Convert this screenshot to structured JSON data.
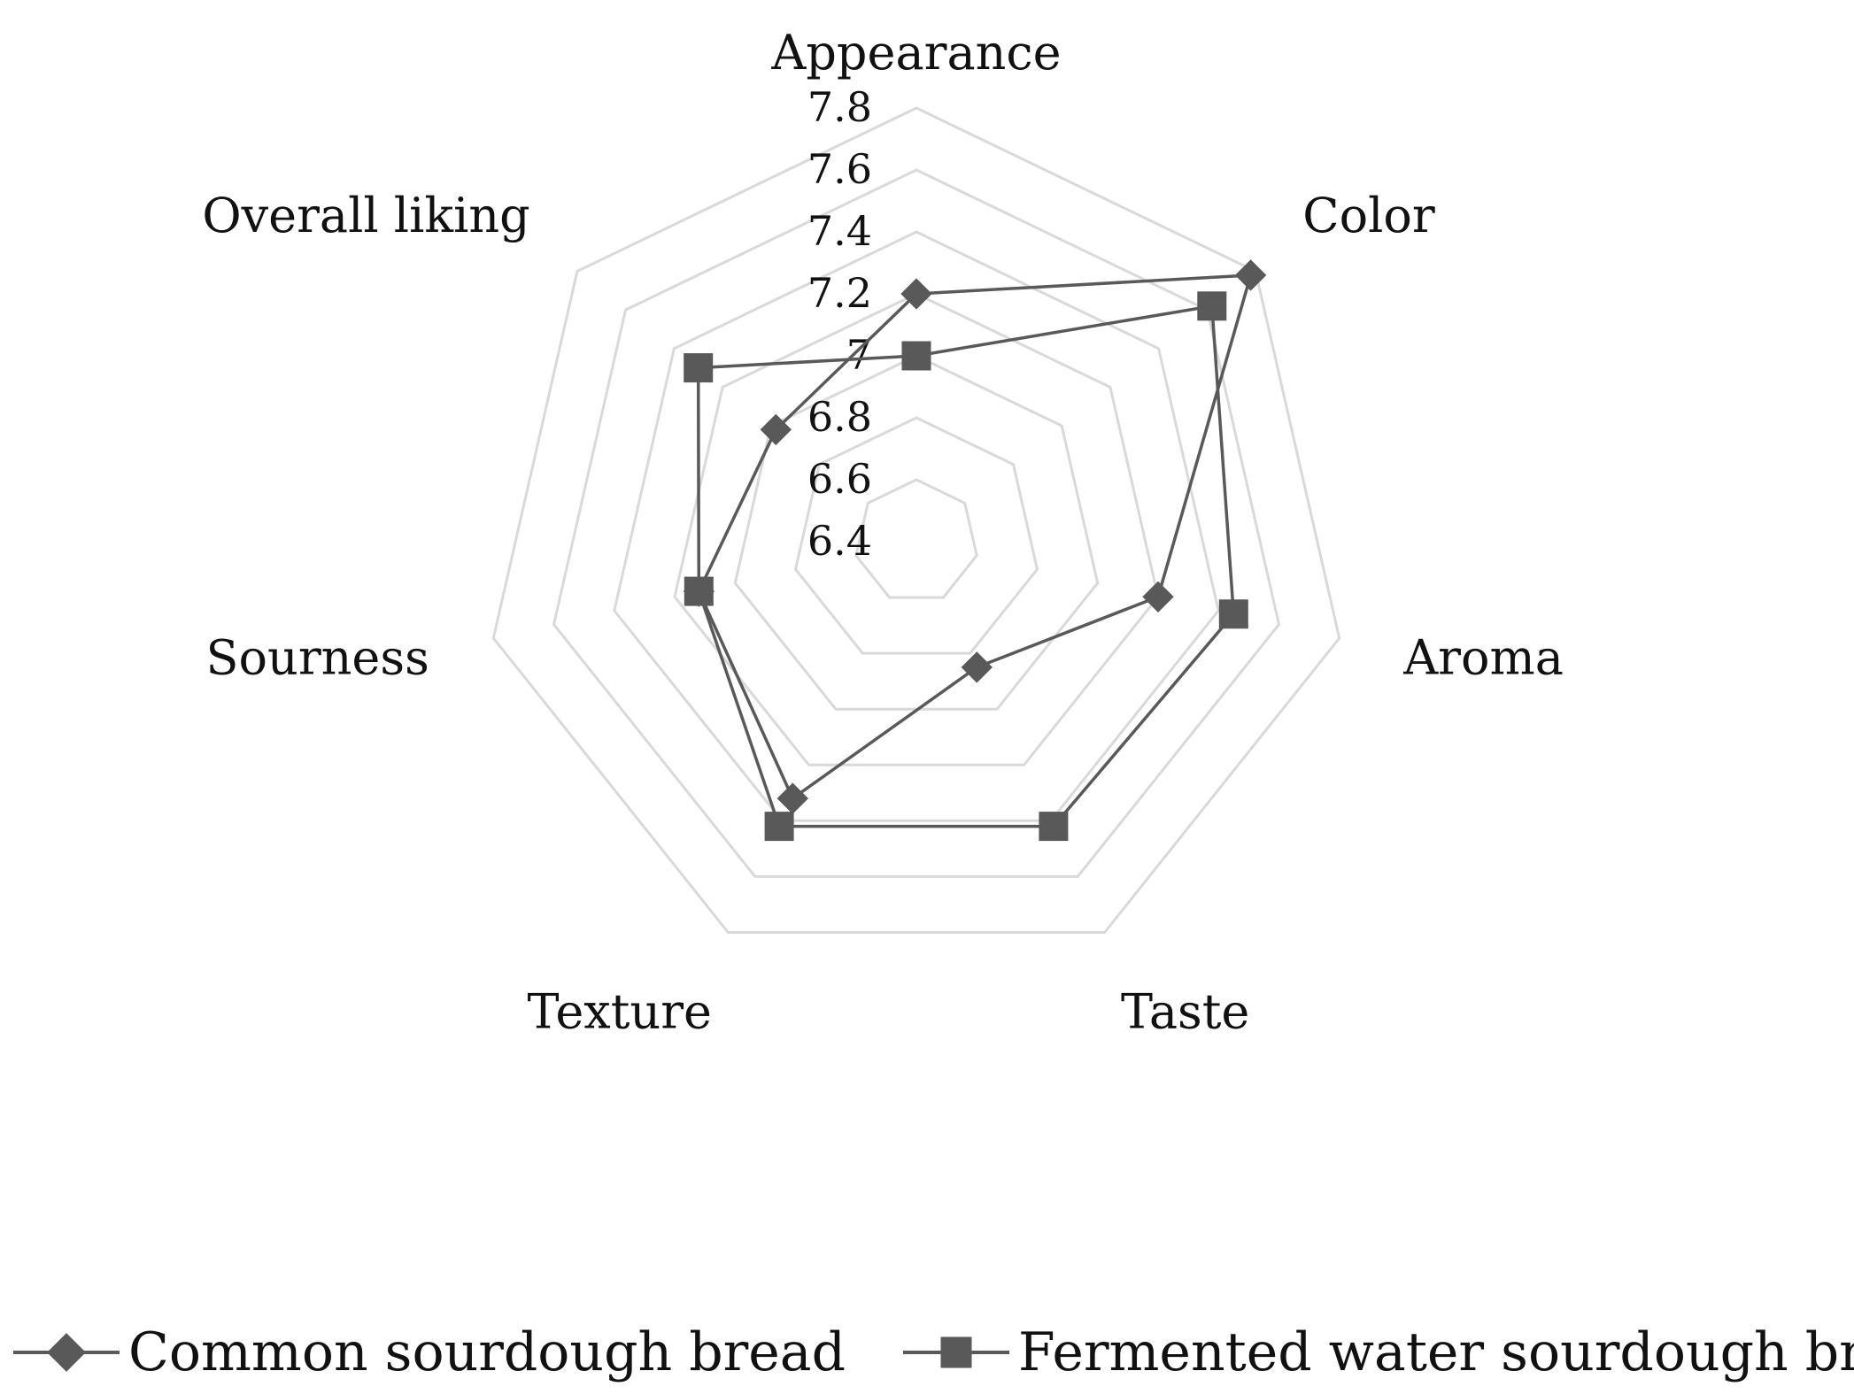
{
  "chart_data": {
    "type": "radar",
    "categories": [
      "Appearance",
      "Color",
      "Aroma",
      "Taste",
      "Texture",
      "Sourness",
      "Overall liking"
    ],
    "radial_ticks": [
      "7.8",
      "7.6",
      "7.4",
      "7.2",
      "7",
      "6.8",
      "6.6",
      "6.4"
    ],
    "rlim": [
      6.4,
      7.8
    ],
    "grid": true,
    "legend_position": "bottom",
    "series": [
      {
        "name": "Common sourdough bread",
        "marker": "diamond",
        "color": "#595959",
        "values": [
          7.2,
          7.78,
          7.2,
          6.85,
          7.32,
          7.12,
          6.98
        ]
      },
      {
        "name": "Fermented water sourdough bread",
        "marker": "square",
        "color": "#595959",
        "values": [
          7.0,
          7.62,
          7.45,
          7.42,
          7.42,
          7.12,
          7.3
        ]
      }
    ]
  }
}
